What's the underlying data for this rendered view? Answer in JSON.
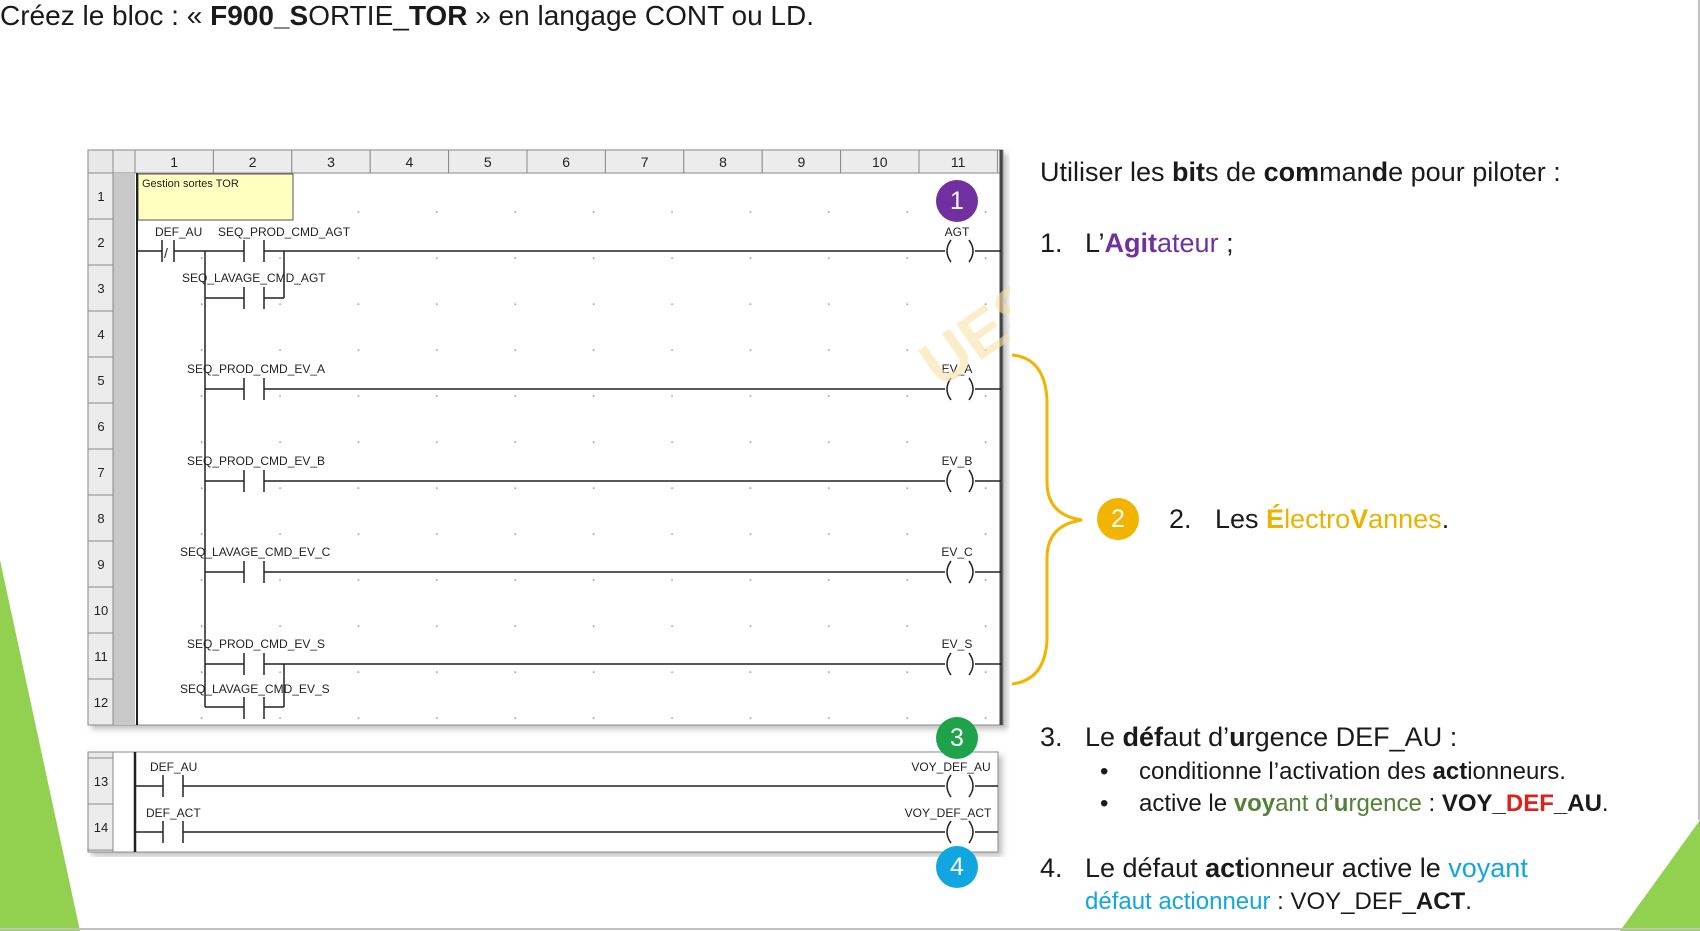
{
  "title": {
    "prefix": "Créez le bloc : « ",
    "p1": "F900_S",
    "p2": "ORTIE_",
    "p3": "TOR",
    "suffix": " » en langage CONT ou LD."
  },
  "ladder": {
    "columns": [
      "1",
      "2",
      "3",
      "4",
      "5",
      "6",
      "7",
      "8",
      "9",
      "10",
      "11"
    ],
    "rows": [
      "1",
      "2",
      "3",
      "4",
      "5",
      "6",
      "7",
      "8",
      "9",
      "10",
      "11",
      "12"
    ],
    "rows_lower": [
      "13",
      "14"
    ],
    "comment": "Gestion sortes TOR",
    "labels": {
      "def_au": "DEF_AU",
      "seq_prod_cmd_agt": "SEQ_PROD_CMD_AGT",
      "seq_lavage_cmd_agt": "SEQ_LAVAGE_CMD_AGT",
      "agt": "AGT",
      "seq_prod_cmd_ev_a": "SEQ_PROD_CMD_EV_A",
      "ev_a": "EV_A",
      "seq_prod_cmd_ev_b": "SEQ_PROD_CMD_EV_B",
      "ev_b": "EV_B",
      "seq_lavage_cmd_ev_c": "SEQ_LAVAGE_CMD_EV_C",
      "ev_c": "EV_C",
      "seq_prod_cmd_ev_s": "SEQ_PROD_CMD_EV_S",
      "ev_s": "EV_S",
      "seq_lavage_cmd_ev_s": "SEQ_LAVAGE_CMD_EV_S",
      "def_au_2": "DEF_AU",
      "voy_def_au": "VOY_DEF_AU",
      "def_act": "DEF_ACT",
      "voy_def_act": "VOY_DEF_ACT",
      "nc_slash": "/"
    }
  },
  "watermark": "UEST",
  "badges": {
    "b1": "1",
    "b2": "2",
    "b3": "3",
    "b4": "4"
  },
  "colors": {
    "purple": "#7030a0",
    "gold": "#f2b400",
    "green": "#1fa34a",
    "cyan": "#11a6e0",
    "bg_green": "#92d050"
  },
  "instructions": {
    "intro": {
      "t1": "Utiliser les ",
      "t2": "bit",
      "t3": "s de ",
      "t4": "c",
      "t5": "om",
      "t6": "man",
      "t7": "d",
      "t8": "e pour piloter :"
    },
    "item1": {
      "num": "1.",
      "t1": "L’",
      "t2": "Agit",
      "t3": "ateur",
      "t4": " ;"
    },
    "item2": {
      "num": "2.",
      "t1": "Les ",
      "t2": "É",
      "t3": "lectro",
      "t4": "V",
      "t5": "annes",
      "t6": "."
    },
    "item3": {
      "num": "3.",
      "t1": "Le ",
      "t2": "déf",
      "t3": "aut d’",
      "t4": "u",
      "t5": "rgence DEF_AU :",
      "bullet1": {
        "bullet": "•",
        "t1": "conditionne l’activation des ",
        "t2": "act",
        "t3": "ionneurs."
      },
      "bullet2": {
        "bullet": "•",
        "t1": "active le ",
        "t2": "voy",
        "t3": "ant d’",
        "t4": "u",
        "t5": "rgence",
        "t6": " : ",
        "t7": "VOY_",
        "t8": "DEF",
        "t9": "_AU",
        "t10": "."
      }
    },
    "item4": {
      "num": "4.",
      "t1": "Le défaut ",
      "t2": "act",
      "t3": "ionneur active le ",
      "t4": "voyant",
      "t5": "défaut actionneur",
      "t6": " : VOY_DEF_",
      "t7": "ACT",
      "t8": "."
    }
  }
}
